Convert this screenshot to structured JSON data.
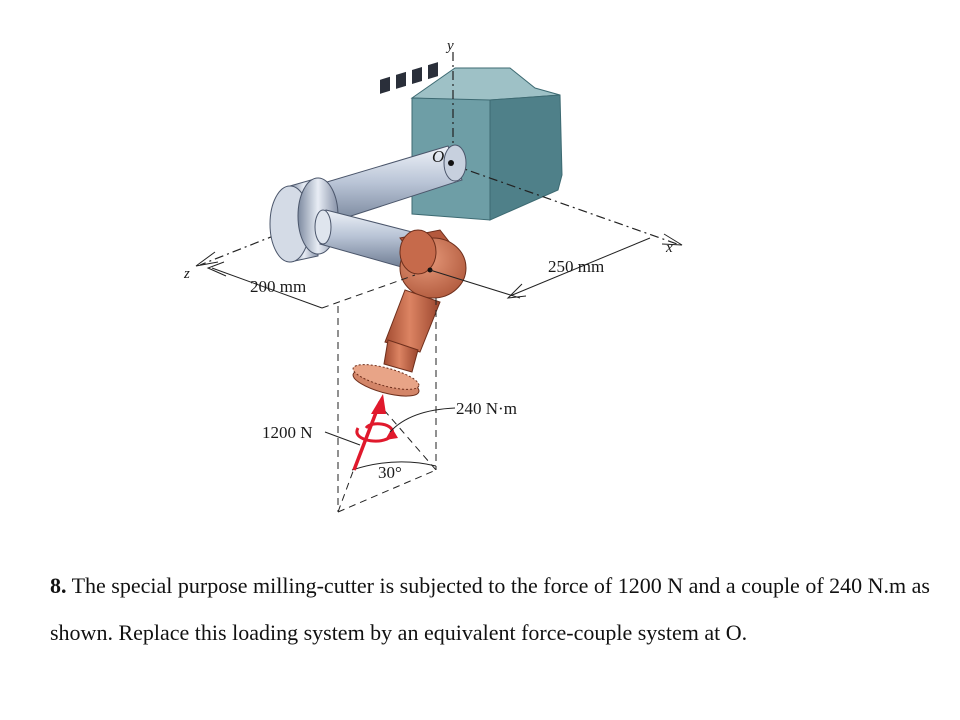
{
  "figure": {
    "axis_x": "x",
    "axis_y": "y",
    "axis_z": "z",
    "origin_label": "O",
    "dim_z": "200 mm",
    "dim_x": "250 mm",
    "force_label": "1200 N",
    "couple_label": "240 N·m",
    "angle_label": "30°"
  },
  "problem": {
    "number": "8.",
    "text": " The special purpose milling-cutter is subjected to the force of 1200 N and a couple of 240 N.m as shown. Replace this loading system by an equivalent force-couple system at O."
  },
  "colors": {
    "block_front": "#6e9ea6",
    "block_side": "#4f8089",
    "block_top": "#9ec1c6",
    "steel": "#b9c4d6",
    "copper": "#c86a4c",
    "force_red": "#e0192c"
  }
}
